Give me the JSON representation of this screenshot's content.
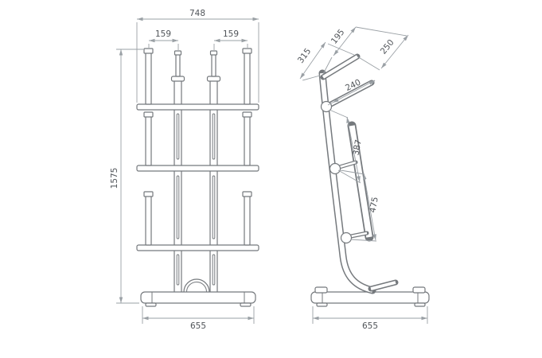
{
  "colors": {
    "object-line": "#75797d",
    "dimension-line": "#9aa0a5",
    "text": "#505459",
    "background": "#ffffff"
  },
  "front_view": {
    "dims": {
      "overall_width": "748",
      "spacing_left": "159",
      "spacing_right": "159",
      "overall_height": "1575",
      "base_width": "655"
    }
  },
  "side_view": {
    "dims": {
      "top_peg": "315",
      "top_offset_a": "195",
      "top_offset_b": "250",
      "upper_arm": "240",
      "rail_upper": "387",
      "rail_lower": "475",
      "base_depth": "655"
    }
  }
}
